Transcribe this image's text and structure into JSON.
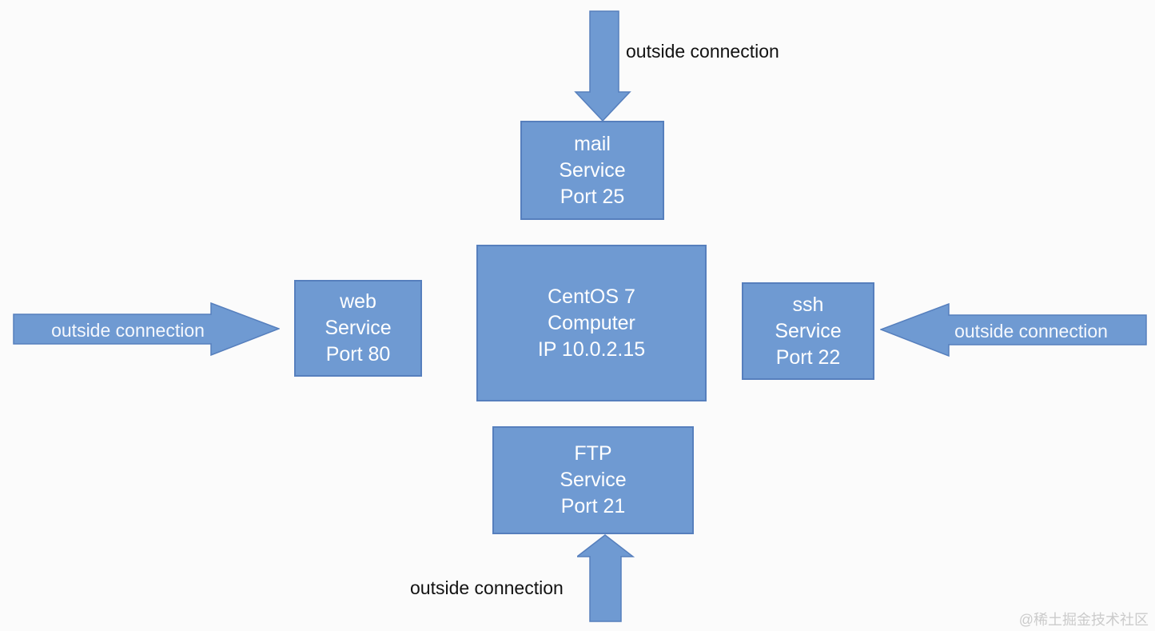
{
  "diagram": {
    "title_hint": "network services firewall diagram",
    "nodes": {
      "center": {
        "lines": [
          "CentOS 7",
          "Computer",
          "IP 10.0.2.15"
        ]
      },
      "mail": {
        "lines": [
          "mail",
          "Service",
          "Port 25"
        ]
      },
      "web": {
        "lines": [
          "web",
          "Service",
          "Port 80"
        ]
      },
      "ssh": {
        "lines": [
          "ssh",
          "Service",
          "Port 22"
        ]
      },
      "ftp": {
        "lines": [
          "FTP",
          "Service",
          "Port 21"
        ]
      }
    },
    "arrows": {
      "top": {
        "label": "outside connection",
        "direction": "down",
        "target": "mail"
      },
      "left": {
        "label": "outside connection",
        "direction": "right",
        "target": "web"
      },
      "right": {
        "label": "outside connection",
        "direction": "left",
        "target": "ssh"
      },
      "bottom": {
        "label": "outside connection",
        "direction": "up",
        "target": "ftp"
      }
    },
    "colors": {
      "shape_fill": "#6f9ad2",
      "shape_border": "#567fbd",
      "node_text": "#ffffff",
      "outside_label_text": "#121212",
      "background": "#fbfbfb",
      "watermark_text": "#cbcbcb"
    }
  },
  "watermark": "@稀土掘金技术社区"
}
